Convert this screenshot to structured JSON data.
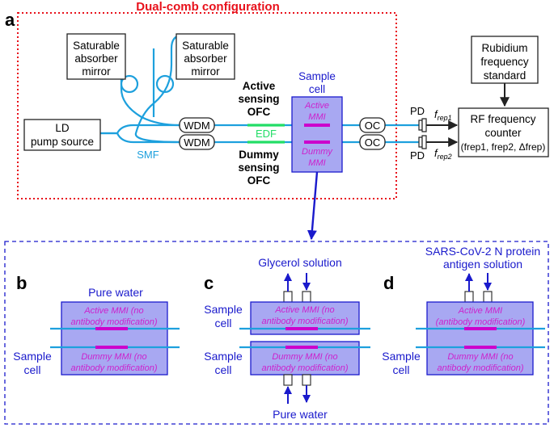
{
  "panel_a": {
    "label": "a",
    "title": "Dual-comb configuration",
    "saturable_absorber_1": [
      "Saturable",
      "absorber",
      "mirror"
    ],
    "saturable_absorber_2": [
      "Saturable",
      "absorber",
      "mirror"
    ],
    "ld": [
      "LD",
      "pump source"
    ],
    "wdm_top": "WDM",
    "wdm_bottom": "WDM",
    "smf": "SMF",
    "edf": "EDF",
    "active_ofc": [
      "Active",
      "sensing",
      "OFC"
    ],
    "dummy_ofc": [
      "Dummy",
      "sensing",
      "OFC"
    ],
    "sample_cell": [
      "Sample",
      "cell"
    ],
    "active_mmi": [
      "Active",
      "MMI"
    ],
    "dummy_mmi": [
      "Dummy",
      "MMI"
    ],
    "oc_top": "OC",
    "oc_bottom": "OC",
    "pd_top": "PD",
    "pd_bottom": "PD",
    "f_rep1": "f",
    "f_rep1_sub": "rep1",
    "f_rep2": "f",
    "f_rep2_sub": "rep2",
    "rubidium": [
      "Rubidium",
      "frequency",
      "standard"
    ],
    "rf_counter": [
      "RF frequency",
      "counter"
    ],
    "rf_counter_params": "(frep1, frep2, Δfrep)"
  },
  "panel_b": {
    "label": "b",
    "top_label": "Pure water",
    "active_mmi": [
      "Active MMI (no",
      "antibody modification)"
    ],
    "dummy_mmi": [
      "Dummy MMI (no",
      "antibody modification)"
    ],
    "sample_cell": [
      "Sample",
      "cell"
    ]
  },
  "panel_c": {
    "label": "c",
    "top_label": "Glycerol solution",
    "bottom_label": "Pure water",
    "active_mmi": [
      "Active MMI (no",
      "antibody modification)"
    ],
    "dummy_mmi": [
      "Dummy MMI (no",
      "antibody modification)"
    ],
    "sample_cell_top": [
      "Sample",
      "cell"
    ],
    "sample_cell_bottom": [
      "Sample",
      "cell"
    ]
  },
  "panel_d": {
    "label": "d",
    "top_label": [
      "SARS-CoV-2 N protein",
      "antigen solution"
    ],
    "active_mmi": [
      "Active MMI",
      "(antibody modification)"
    ],
    "dummy_mmi": [
      "Dummy MMI (no",
      "antibody modification)"
    ],
    "sample_cell": [
      "Sample",
      "cell"
    ]
  },
  "colors": {
    "red_title": "#e8111b",
    "blue_dark": "#1a1acc",
    "fiber": "#1da0dd",
    "edf": "#22dd66",
    "mmi_fill": "#a8a8f2",
    "mmi_text": "#cc22cc",
    "mmi_bar": "#cc00cc"
  }
}
